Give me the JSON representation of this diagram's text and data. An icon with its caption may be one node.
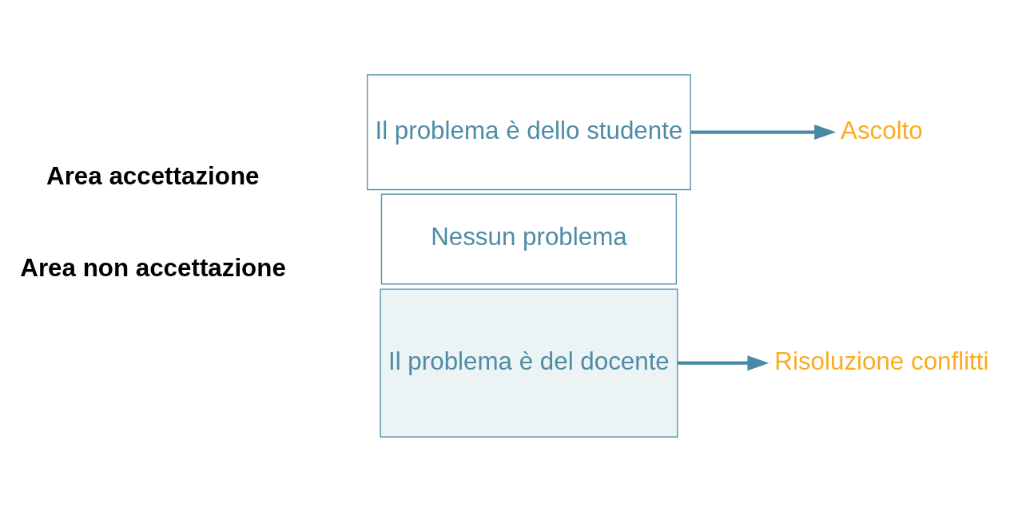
{
  "diagram": {
    "nodes": [
      {
        "text": [
          "Il problema è dello studente"
        ]
      },
      {
        "text": [
          "Nessun problema"
        ]
      },
      {
        "text": [
          "Il problema è del docente"
        ]
      },
      {
        "text": [
          "Ascolto"
        ]
      },
      {
        "text": [
          "Risoluzione conflitti"
        ]
      }
    ],
    "edges": [
      {
        "from": 0,
        "to": 3,
        "arrow": "to"
      },
      {
        "from": 2,
        "to": 4,
        "arrow": "to"
      }
    ],
    "labels": [
      "Area accettazione",
      "Area non accettazione"
    ]
  }
}
